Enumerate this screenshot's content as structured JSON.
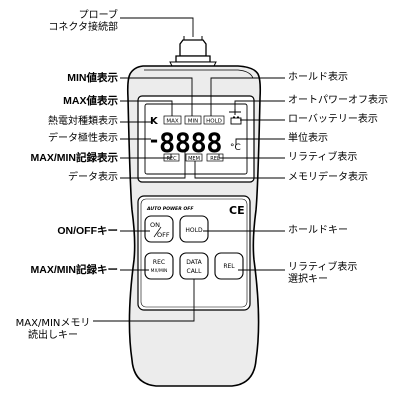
{
  "callouts": {
    "probe_line1": "プローブ",
    "probe_line2": "コネクタ接続部",
    "min_display": "MIN値表示",
    "max_display": "MAX値表示",
    "thermocouple_type": "熱電対種類表示",
    "data_polarity": "データ極性表示",
    "maxmin_record": "MAX/MIN記録表示",
    "data_display": "データ表示",
    "hold_display": "ホールド表示",
    "auto_power_off": "オートパワーオフ表示",
    "low_battery": "ローバッテリー表示",
    "unit_display": "単位表示",
    "relative_display": "リラティブ表示",
    "memory_data": "メモリデータ表示",
    "onoff_key": "ON/OFFキー",
    "hold_key": "ホールドキー",
    "maxmin_record_key": "MAX/MIN記録キー",
    "relative_select_line1": "リラティブ表示",
    "relative_select_line2": "選択キー",
    "maxmin_memory_line1": "MAX/MINメモリ",
    "maxmin_memory_line2": "読出しキー"
  },
  "lcd": {
    "type_letter": "K",
    "max": "MAX",
    "min": "MIN",
    "hold": "HOLD",
    "minus": "-",
    "digits": "8888",
    "unit": "°C",
    "rec": "REC",
    "mem": "MEM",
    "rel": "REL"
  },
  "panel": {
    "auto_power_off": "AUTO POWER OFF",
    "ce": "CE"
  },
  "buttons": {
    "on": "ON",
    "off": "OFF",
    "hold": "HOLD",
    "rec": "REC",
    "maxmin": "MX/MIN",
    "data": "DATA",
    "call": "CALL",
    "rel": "REL"
  }
}
